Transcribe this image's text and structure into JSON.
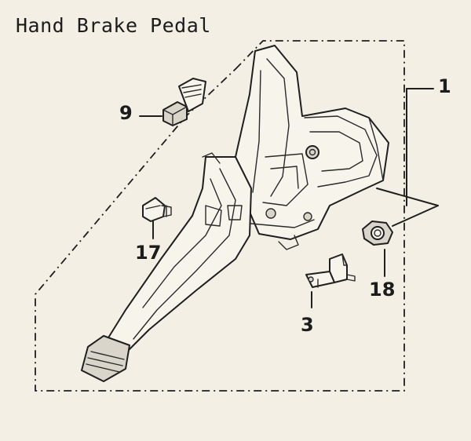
{
  "diagram": {
    "title": "Hand Brake Pedal",
    "callouts": [
      {
        "id": "c1",
        "label": "1"
      },
      {
        "id": "c9",
        "label": "9"
      },
      {
        "id": "c17",
        "label": "17"
      },
      {
        "id": "c18",
        "label": "18"
      },
      {
        "id": "c3",
        "label": "3"
      }
    ]
  }
}
